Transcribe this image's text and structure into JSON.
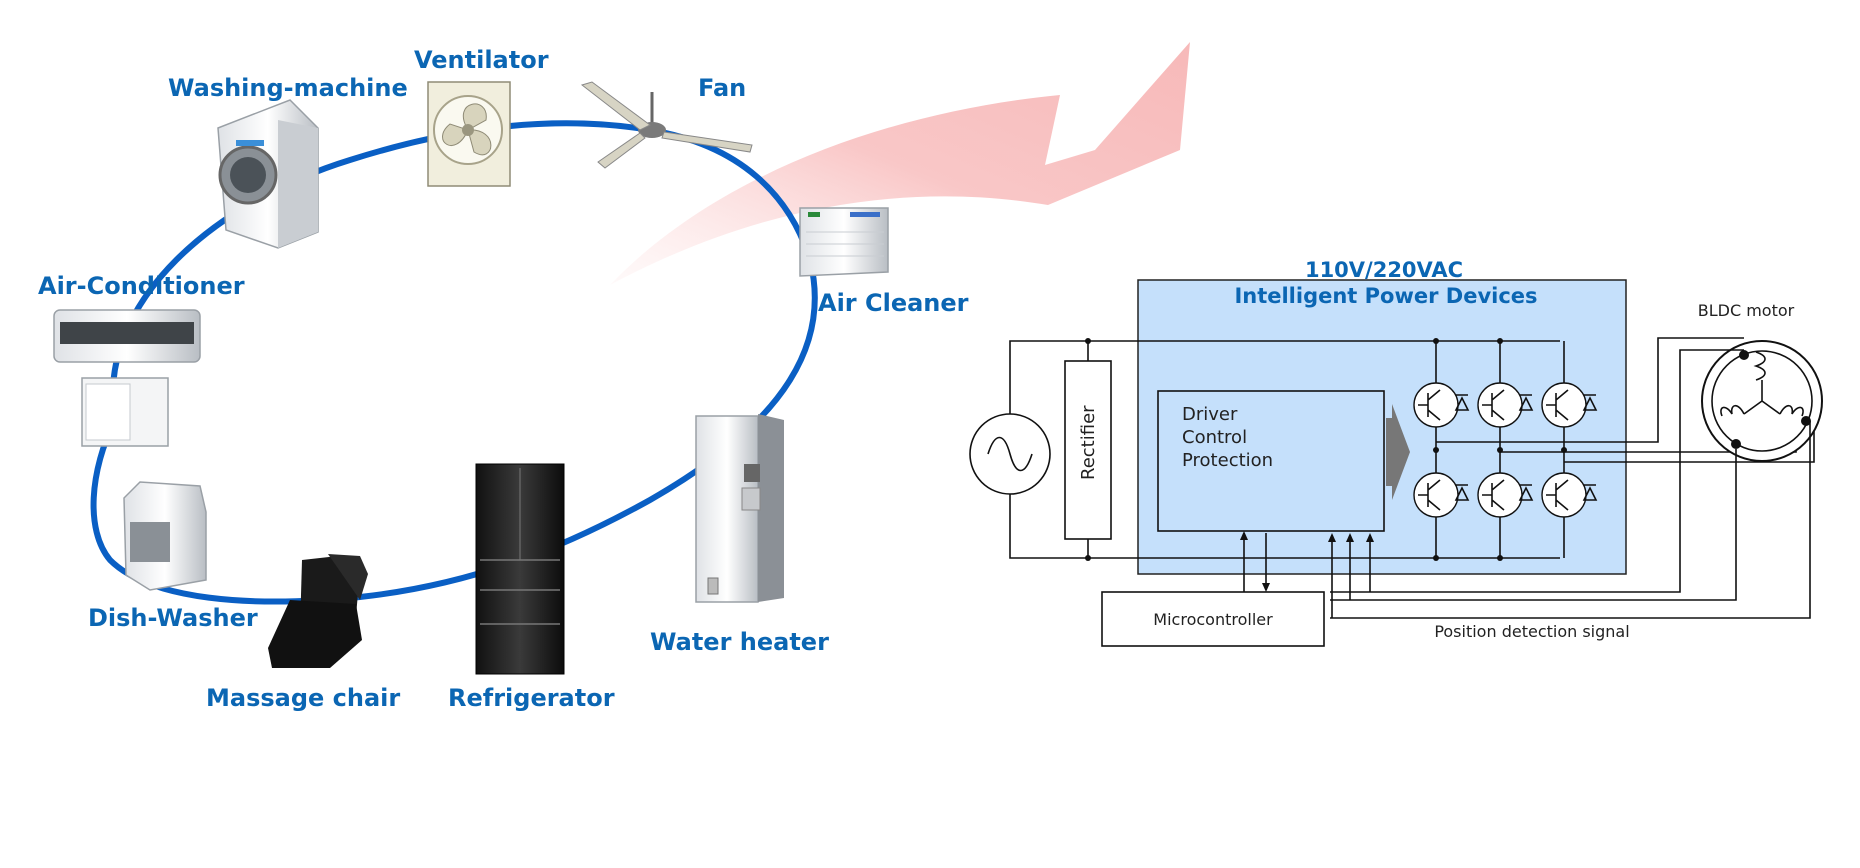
{
  "appliances": {
    "washing_machine": "Washing-machine",
    "ventilator": "Ventilator",
    "fan": "Fan",
    "air_cleaner": "Air Cleaner",
    "air_conditioner": "Air-Conditioner",
    "dish_washer": "Dish-Washer",
    "massage_chair": "Massage chair",
    "refrigerator": "Refrigerator",
    "water_heater": "Water heater"
  },
  "circuit": {
    "voltage": "110V/220VAC",
    "ipd_title": "Intelligent Power Devices",
    "rectifier": "Rectifier",
    "driver": "Driver",
    "control": "Control",
    "protection": "Protection",
    "microcontroller": "Microcontroller",
    "position_signal": "Position detection signal",
    "motor": "BLDC motor"
  },
  "colors": {
    "label_blue": "#0b66b3",
    "ring_blue": "#0a5fc4",
    "ipd_fill": "#c5e0fb",
    "arrow_pink": "#f9c4c4"
  }
}
